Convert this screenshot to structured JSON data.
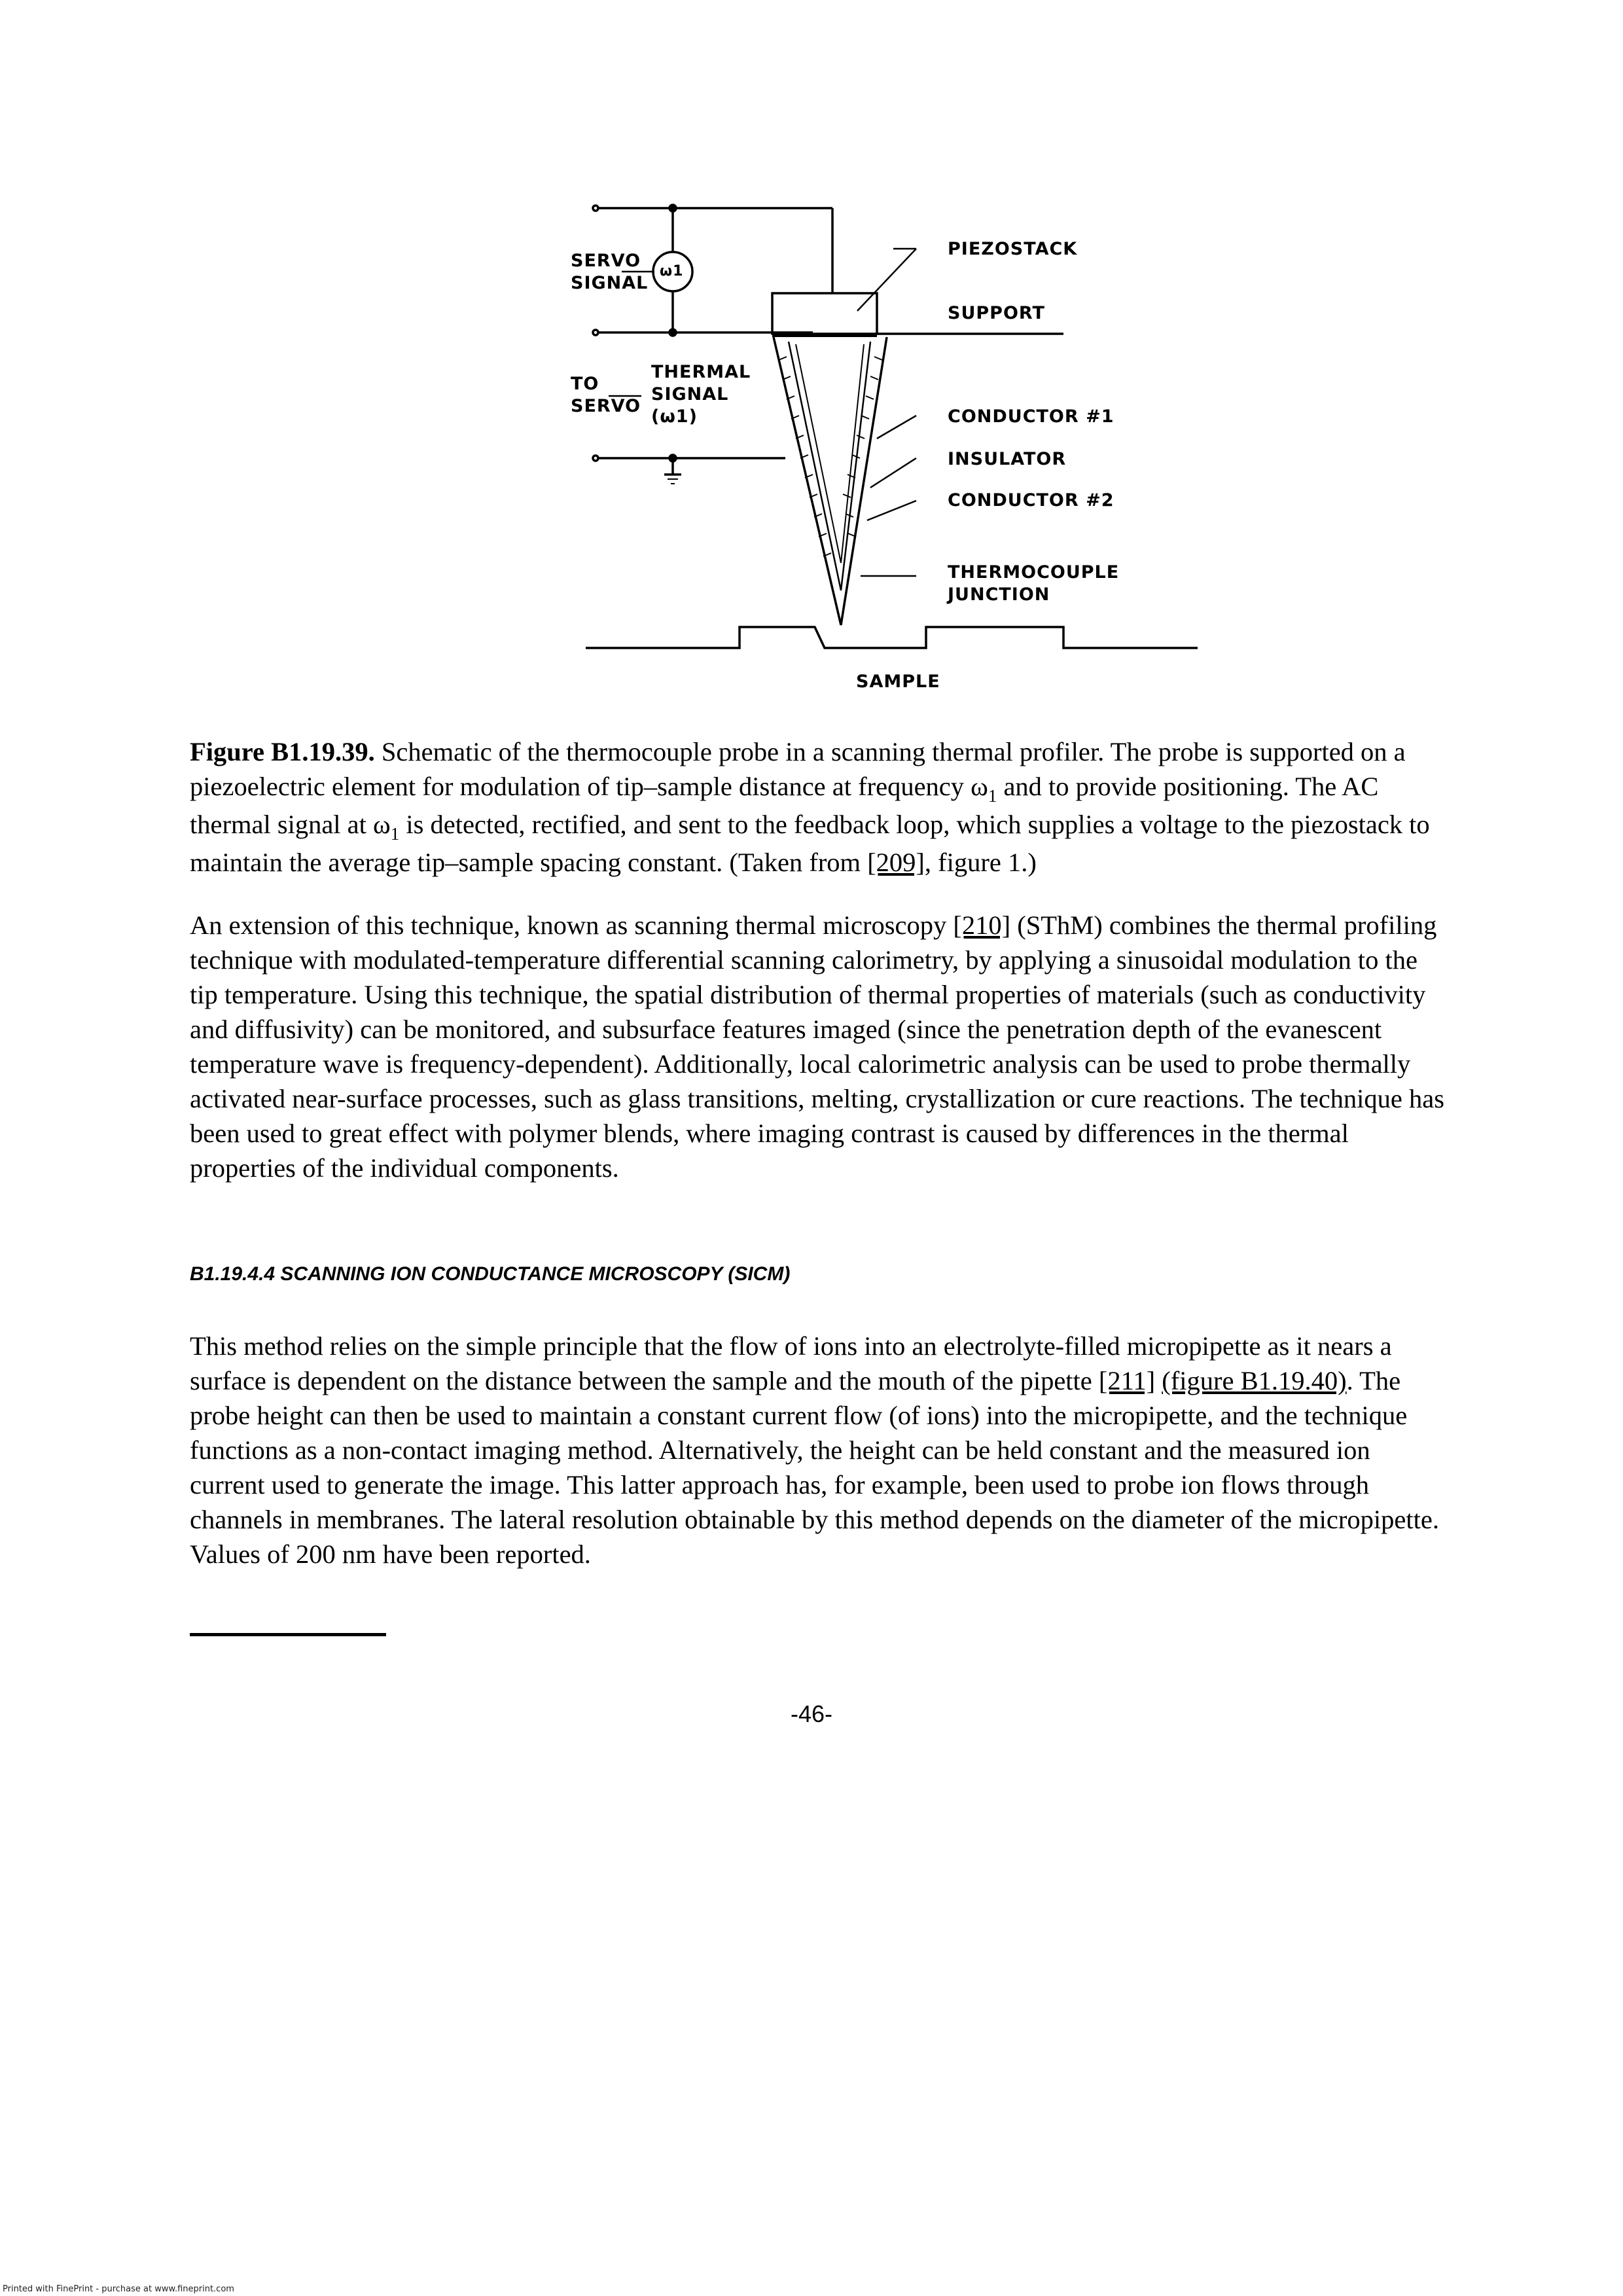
{
  "figure": {
    "labels": {
      "servo_signal_line1": "SERVO",
      "servo_signal_line2": "SIGNAL",
      "to_servo_line1": "TO",
      "to_servo_line2": "SERVO",
      "thermal_line1": "THERMAL",
      "thermal_line2": "SIGNAL",
      "thermal_line3": "(ω1)",
      "piezostack": "PIEZOSTACK",
      "support": "SUPPORT",
      "conductor1": "CONDUCTOR #1",
      "insulator": "INSULATOR",
      "conductor2": "CONDUCTOR #2",
      "thermocouple_line1": "THERMOCOUPLE",
      "thermocouple_line2": "JUNCTION",
      "sample": "SAMPLE",
      "source_symbol": "ω1"
    }
  },
  "caption": {
    "figure_label": "Figure B1.19.39.",
    "text_a": " Schematic of the thermocouple probe in a scanning thermal profiler. The probe is supported on a piezoelectric element for modulation of tip–sample distance at frequency ω",
    "sub_a": "1",
    "text_b": " and to provide positioning. The AC thermal signal at ω",
    "sub_b": "1",
    "text_c": " is detected, rectified, and sent to the feedback loop, which supplies a voltage to the piezostack to maintain the average tip–sample spacing constant. (Taken from ",
    "ref": "[209]",
    "text_d": ", figure 1.)"
  },
  "paragraph1": {
    "text_a": "An extension of this technique, known as scanning thermal microscopy ",
    "ref": "[210]",
    "text_b": " (SThM) combines the thermal profiling technique with modulated-temperature differential scanning calorimetry, by applying a sinusoidal modulation to the tip temperature. Using this technique, the spatial distribution of thermal properties of materials (such as conductivity and diffusivity) can be monitored, and subsurface features imaged (since the penetration depth of the evanescent temperature wave is frequency-dependent). Additionally, local calorimetric analysis can be used to probe thermally activated near-surface processes, such as glass transitions, melting, crystallization or cure reactions. The technique has been used to great effect with polymer blends, where imaging contrast is caused by differences in the thermal properties of the individual components."
  },
  "section_heading": "B1.19.4.4 SCANNING ION CONDUCTANCE MICROSCOPY (SICM)",
  "paragraph2": {
    "text_a": "This method relies on the simple principle that the flow of ions into an electrolyte-filled micropipette as it nears a surface is dependent on the distance between the sample and the mouth of the pipette ",
    "ref": "[211]",
    "space": " ",
    "fig_link": "(figure B1.19.40)",
    "text_b": ". The probe height can then be used to maintain a constant current flow (of ions) into the micropipette, and the technique functions as a non-contact imaging method. Alternatively, the height can be held constant and the measured ion current used to generate the image. This latter approach has, for example, been used to probe ion flows through channels in membranes. The lateral resolution obtainable by this method depends on the diameter of the micropipette. Values of 200 nm have been reported."
  },
  "page_number": "-46-",
  "printer_note": "Printed with FinePrint - purchase at www.fineprint.com"
}
